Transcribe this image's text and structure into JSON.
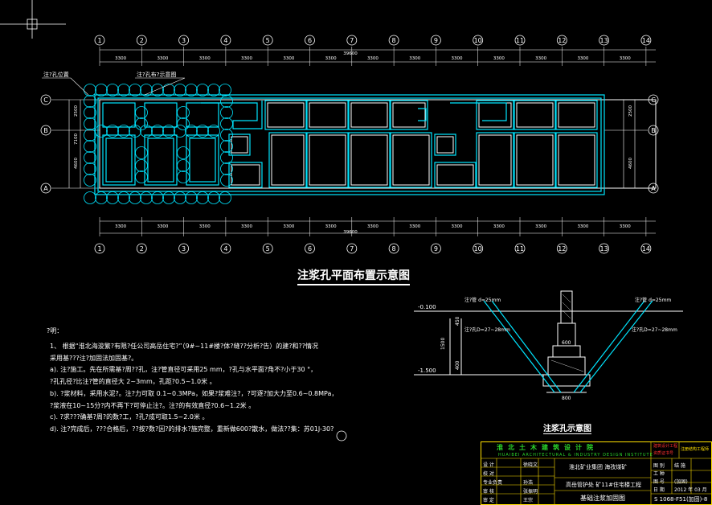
{
  "plan": {
    "axis_numbers": [
      "1",
      "2",
      "3",
      "4",
      "5",
      "6",
      "7",
      "8",
      "9",
      "10",
      "11",
      "12",
      "13",
      "14"
    ],
    "axis_letters": [
      "C",
      "B",
      "A"
    ],
    "top_dims": [
      "3300",
      "3300",
      "3300",
      "3300",
      "3300",
      "3300",
      "3300",
      "3300",
      "3300",
      "3300",
      "3300",
      "3300",
      "3300"
    ],
    "top_total": "39600",
    "bottom_dims": [
      "3300",
      "3300",
      "3300",
      "3300",
      "3300",
      "3300",
      "3300",
      "3300",
      "3300",
      "3300",
      "3300",
      "3300",
      "3300"
    ],
    "bottom_total": "39600",
    "side_dims": [
      "2500",
      "7100",
      "4600"
    ],
    "leader_1": "注?孔位置",
    "leader_2": "注?孔布?示意图"
  },
  "titles": {
    "plan_title": "注浆孔平面布置示意图",
    "section_title": "注浆孔示意图"
  },
  "section": {
    "elev_top": "-0.100",
    "elev_bottom": "-1.500",
    "pipe_left": "注?管 d=25mm",
    "pipe_right": "注?管 d=25mm",
    "hole_left": "注?孔D=27~28mm",
    "hole_right": "注?孔D=27~28mm",
    "dim_1500": "1500",
    "dim_450": "450",
    "dim_400": "400",
    "dim_600": "600",
    "dim_800": "800"
  },
  "notes": {
    "heading": "?明：",
    "lines": [
      "1、 根据“淮北海浚繁?有限?任公司高岳住宅?”（9#~11#楼?体?缝??分析?告）的建?和??情况",
      "    采用基???注?加固法加固基?。",
      "a). 注?施工。先在所需基?周??孔，注?管直径可采用25 mm，?孔与水平面?角不?小于30 °，",
      "    ?孔孔径?比注?管的直径大 2~3mm，孔距?0.5~1.0米 。",
      "b). ?浆材料，采用水泥?。注?力可取 0.1~0.3MPa，如果?浆难注?，?可逐?加大力至0.6~0.8MPa，",
      "    ?浆液在10~15分?内不再下?可停止注?。注?的有效直径?0.6~1.2米 。",
      "c). ?求???确基?周?的数?工，?孔?成可取1.5~2.0米 。",
      "d). 注?完成后，???合格后，??按?数?因?的排水?施完整，重新做600?散水，做法??集：苏01J-30?"
    ]
  },
  "title_block": {
    "company": "淮北土木建筑设计院",
    "company_en": "HUAIBEI ARCHITECTURAL & INDUSTRY DESIGN INSTITUTE",
    "project_1": "淮北矿业集团  海孜煤矿",
    "project_2": "高岳管护处 矿11#住宅楼工程",
    "drawing_name": "基础注浆加固图",
    "drawing_no": "S 1068-F51(加固)-8",
    "row_labels": [
      "设 计",
      "校 对",
      "专业负责",
      "审 核",
      "审 定"
    ],
    "row_values": [
      "徐晓文",
      "",
      "孙浩",
      "张振明",
      "王宗"
    ],
    "right_labels": [
      "图 别",
      "工 种",
      "图 号",
      "日 期"
    ],
    "right_values": [
      "结 施",
      "",
      "(加固)",
      "2012 年 03 月"
    ],
    "stamp_1": "建筑设计工程",
    "stamp_2": "资质证书号",
    "stamp_3": "注册结构工程师"
  },
  "colors": {
    "plan_lines": "#ffffff",
    "injection": "#00e5ff",
    "title_block": "#ffe000",
    "company": "#2bd82b"
  }
}
